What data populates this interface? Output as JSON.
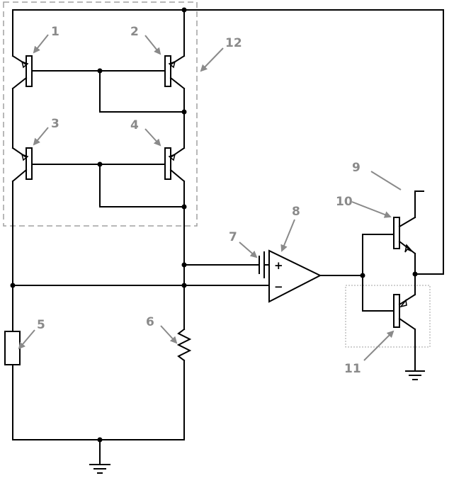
{
  "labels": {
    "l1": "1",
    "l2": "2",
    "l3": "3",
    "l4": "4",
    "l5": "5",
    "l6": "6",
    "l7": "7",
    "l8": "8",
    "l9": "9",
    "l10": "10",
    "l11": "11",
    "l12": "12"
  },
  "amp": {
    "plus": "+",
    "minus": "−"
  },
  "colors": {
    "wire": "#000000",
    "callout": "#8a8a8a",
    "dashed_box": "#a0a0a0"
  }
}
